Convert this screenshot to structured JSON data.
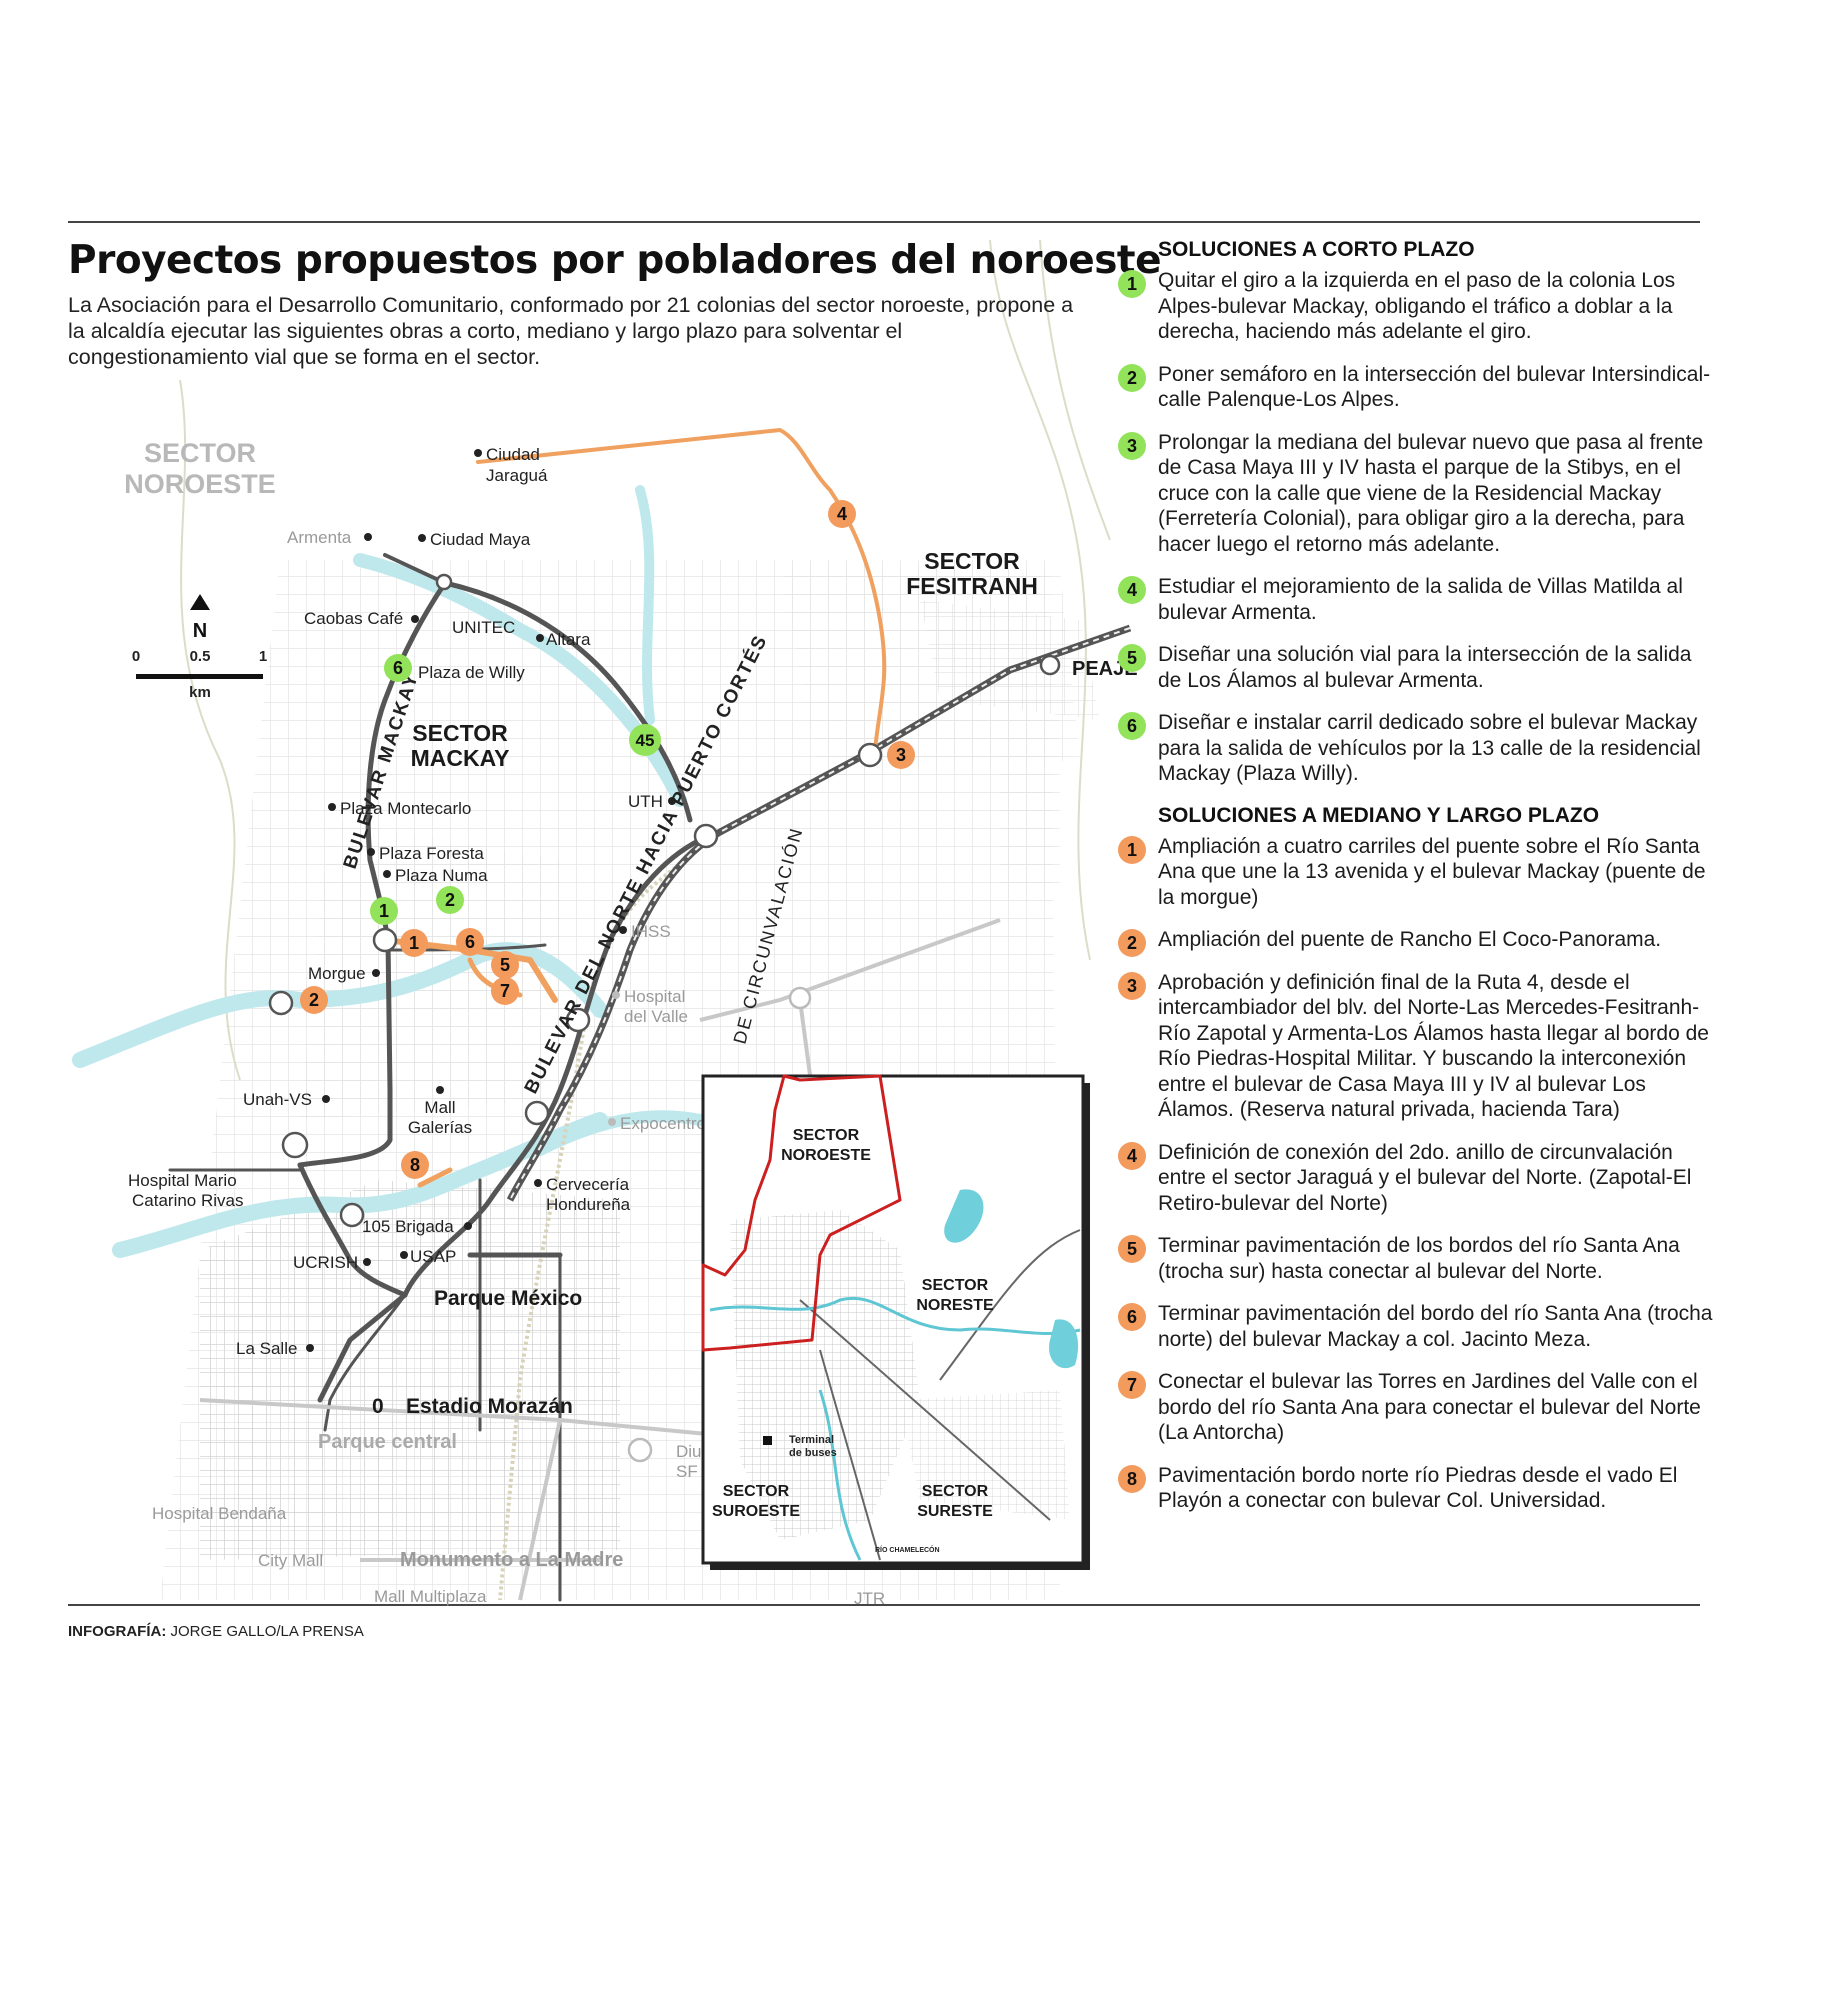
{
  "title": "Proyectos propuestos por pobladores del noroeste",
  "intro": "La Asociación para el Desarrollo Comunitario, conformado por 21 colonias del sector noroeste, propone a la alcaldía ejecutar las siguientes obras a corto, mediano y largo plazo para solventar el congestionamiento vial que se forma en el sector.",
  "credit": {
    "label": "INFOGRAFÍA:",
    "author": "JORGE GALLO/LA PRENSA"
  },
  "colors": {
    "short_term": "#93e35a",
    "long_term": "#f39a5d",
    "river": "#bfe8ec",
    "route": "#f0a15f",
    "inset_border": "#cc1f1f"
  },
  "map": {
    "sectors": {
      "noroeste": "SECTOR\nNOROESTE",
      "noroeste_l1": "SECTOR",
      "noroeste_l2": "NOROESTE",
      "mackay_l1": "SECTOR",
      "mackay_l2": "MACKAY",
      "fesitranh_l1": "SECTOR",
      "fesitranh_l2": "FESITRANH"
    },
    "roads": {
      "mackay": "BULEVAR MACKAY",
      "norte": "BULEVAR DEL NORTE HACIA PUERTO CORTÉS",
      "circunvalacion": "DE CIRCUNVALACIÓN",
      "peaje": "PEAJE"
    },
    "scale": {
      "zero": "0",
      "half": "0.5",
      "one": "1",
      "unit": "km",
      "north": "N"
    },
    "places": {
      "ciudad_jaragua_1": "Ciudad",
      "ciudad_jaragua_2": "Jaraguá",
      "armenta": "Armenta",
      "ciudad_maya": "Ciudad Maya",
      "caobas": "Caobas Café",
      "unitec": "UNITEC",
      "altara": "Altara",
      "plaza_willy": "Plaza de Willy",
      "uth": "UTH",
      "plaza_montecarlo": "Plaza Montecarlo",
      "plaza_foresta": "Plaza Foresta",
      "plaza_numa": "Plaza Numa",
      "ihss": "IHSS",
      "morgue": "Morgue",
      "hospital_valle_1": "Hospital",
      "hospital_valle_2": "del Valle",
      "unah": "Unah-VS",
      "mall_galerias_1": "Mall",
      "mall_galerias_2": "Galerías",
      "expocentro": "Expocentro",
      "hospital_mario_1": "Hospital Mario",
      "hospital_mario_2": "Catarino Rivas",
      "cerveceria_1": "Cervecería",
      "cerveceria_2": "Hondureña",
      "brigada": "105 Brigada",
      "usap": "USAP",
      "ucrish": "UCRISH",
      "parque_mexico": "Parque México",
      "la_salle": "La Salle",
      "estadio": "Estadio Morazán",
      "parque_central": "Parque central",
      "diunsa_1": "Diu",
      "diunsa_2": "SF",
      "hospital_bendana": "Hospital Bendaña",
      "city_mall": "City Mall",
      "monumento": "Monumento a La Madre",
      "mall_multiplaza": "Mall Multiplaza",
      "jtr": "JTR"
    },
    "markers": {
      "g1": "1",
      "g2": "2",
      "g45": "45",
      "g6": "6",
      "o1": "1",
      "o2": "2",
      "o3": "3",
      "o4": "4",
      "o5": "5",
      "o6": "6",
      "o7": "7",
      "o8": "8"
    },
    "inset": {
      "noroeste_1": "SECTOR",
      "noroeste_2": "NOROESTE",
      "noreste_1": "SECTOR",
      "noreste_2": "NORESTE",
      "suroeste_1": "SECTOR",
      "suroeste_2": "SUROESTE",
      "sureste_1": "SECTOR",
      "sureste_2": "SURESTE",
      "terminal_1": "Terminal",
      "terminal_2": "de buses",
      "rio": "RÍO CHAMELECÓN"
    }
  },
  "short_term": {
    "heading": "SOLUCIONES A CORTO PLAZO",
    "items": [
      {
        "n": "1",
        "text": "Quitar el giro a la izquierda en el paso de la colonia Los Alpes-bulevar Mackay, obligando el tráfico a doblar a la derecha, haciendo más adelante el giro."
      },
      {
        "n": "2",
        "text": "Poner semáforo en la intersección del bulevar Intersindical-calle Palenque-Los Alpes."
      },
      {
        "n": "3",
        "text": "Prolongar la mediana del bulevar nuevo que pasa al frente de Casa Maya III y IV hasta el parque de la Stibys, en el cruce con la calle que viene de la Residencial Mackay (Ferretería Colonial), para obligar giro a la derecha, para hacer luego el retorno más adelante."
      },
      {
        "n": "4",
        "text": "Estudiar el mejoramiento de la salida de Villas Matilda al bulevar Armenta."
      },
      {
        "n": "5",
        "text": "Diseñar una solución vial para la intersección de la salida de Los Álamos al bulevar Armenta."
      },
      {
        "n": "6",
        "text": "Diseñar e instalar carril dedicado sobre el bulevar Mackay para la salida de vehículos por la 13 calle de la residencial Mackay (Plaza Willy)."
      }
    ]
  },
  "long_term": {
    "heading": "SOLUCIONES A MEDIANO Y LARGO PLAZO",
    "items": [
      {
        "n": "1",
        "text": "Ampliación a cuatro carriles del puente sobre el Río Santa Ana que une la 13 avenida y el bulevar Mackay (puente de la morgue)"
      },
      {
        "n": "2",
        "text": "Ampliación del puente de Rancho El Coco-Panorama."
      },
      {
        "n": "3",
        "text": "Aprobación y definición final de la Ruta 4, desde el intercambiador del blv. del Norte-Las Mercedes-Fesitranh-Río Zapotal y Armenta-Los Álamos hasta llegar al bordo de Río Piedras-Hospital Militar. Y buscando la interconexión entre el bulevar de Casa Maya III y IV al bulevar Los Álamos. (Reserva natural privada, hacienda Tara)"
      },
      {
        "n": "4",
        "text": "Definición de conexión del 2do. anillo de circunvalación entre el sector Jaraguá y el bulevar del Norte. (Zapotal-El Retiro-bulevar del Norte)"
      },
      {
        "n": "5",
        "text": "Terminar pavimentación de los bordos del río Santa Ana (trocha sur) hasta conectar al bulevar del Norte."
      },
      {
        "n": "6",
        "text": "Terminar pavimentación del bordo del río Santa Ana (trocha norte) del bulevar Mackay a col. Jacinto Meza."
      },
      {
        "n": "7",
        "text": "Conectar el bulevar las Torres en Jardines del Valle con el bordo del río Santa Ana para conectar el bulevar del Norte (La Antorcha)"
      },
      {
        "n": "8",
        "text": "Pavimentación bordo norte río Piedras desde el vado El Playón a conectar con bulevar Col. Universidad."
      }
    ]
  }
}
